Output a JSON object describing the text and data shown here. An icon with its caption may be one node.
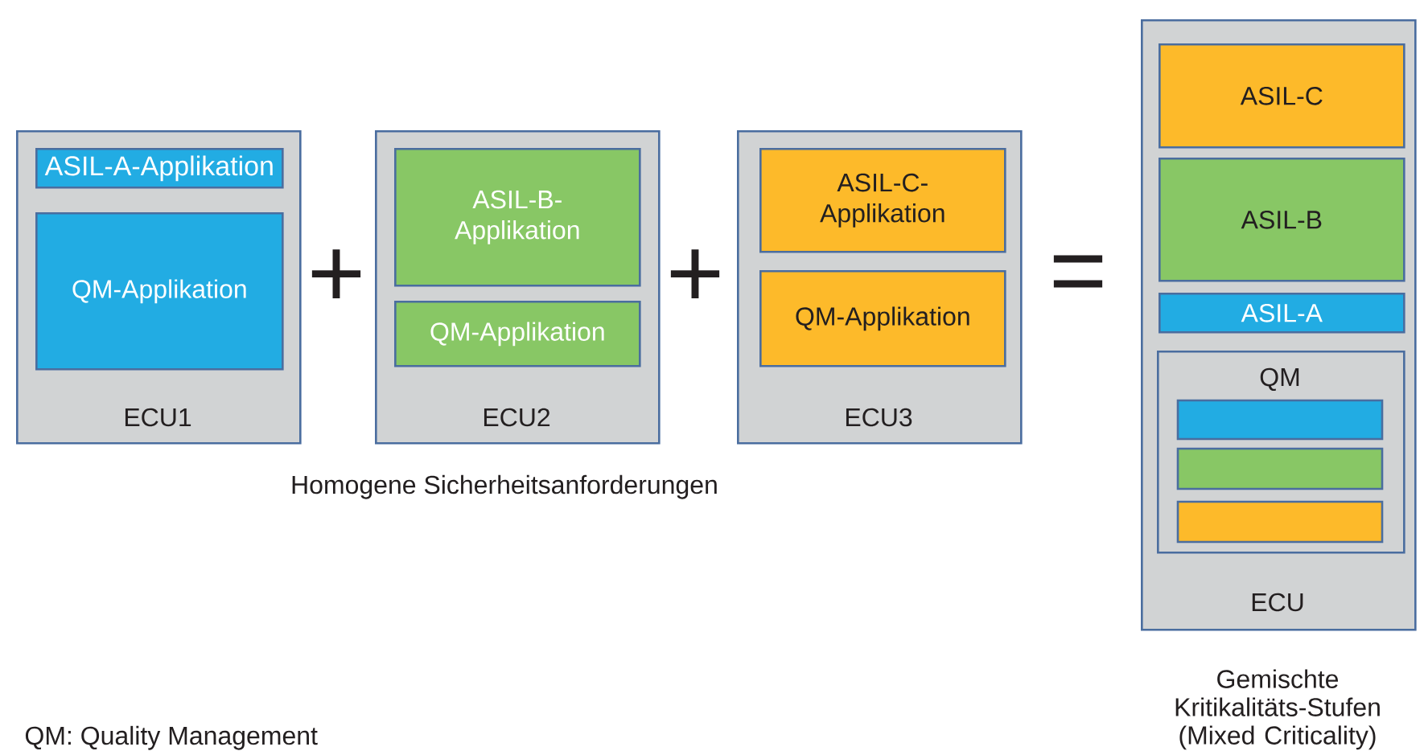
{
  "diagram": {
    "nodes": [
      {
        "text": [
          "ECU1"
        ]
      },
      {
        "text": [
          "ASIL-A-Applikation"
        ],
        "in": 0
      },
      {
        "text": [
          "QM-Applikation"
        ],
        "in": 0
      },
      {
        "text": [
          "ECU2"
        ]
      },
      {
        "text": [
          "ASIL-B- Applikation"
        ],
        "in": 3
      },
      {
        "text": [
          "QM-Applikation"
        ],
        "in": 3
      },
      {
        "text": [
          "ECU3"
        ]
      },
      {
        "text": [
          "ASIL-C- Applikation"
        ],
        "in": 6
      },
      {
        "text": [
          "QM-Applikation"
        ],
        "in": 6
      },
      {
        "text": [
          "ECU"
        ],
        "beside": [
          "Gemischte Kritikalitäts-Stufen (Mixed Criticality)"
        ]
      },
      {
        "text": [
          "ASIL-C"
        ],
        "in": 9
      },
      {
        "text": [
          "ASIL-B"
        ],
        "in": 9
      },
      {
        "text": [
          "ASIL-A"
        ],
        "in": 9
      },
      {
        "text": [
          "QM"
        ],
        "in": 9
      },
      {
        "text": [],
        "shape": "bar",
        "in": 13
      },
      {
        "text": [],
        "shape": "bar",
        "in": 13
      },
      {
        "text": [],
        "shape": "bar",
        "in": 13
      }
    ],
    "labels": [
      "+",
      "+",
      "=",
      "Homogene Sicherheitsanforderungen",
      "QM: Quality Management"
    ]
  }
}
